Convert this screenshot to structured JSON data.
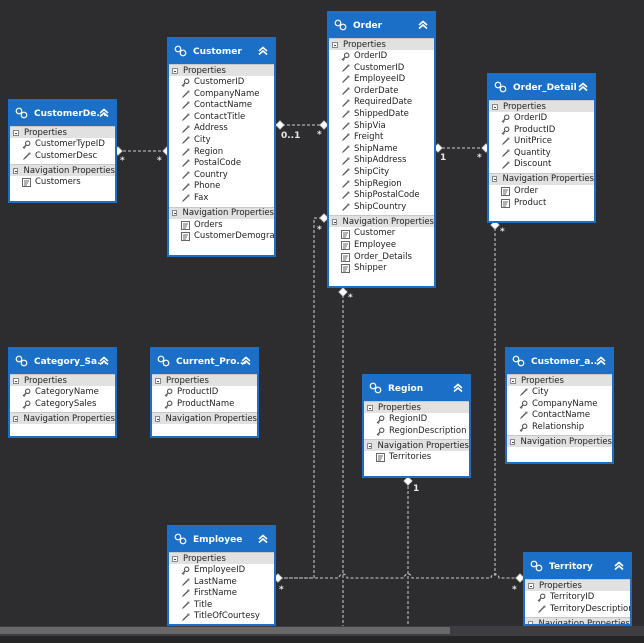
{
  "colors": {
    "background": "#2d2d30",
    "accent": "#1c6fc6",
    "section": "#e1e1e1",
    "connector": "#d0d0d0"
  },
  "section_labels": {
    "properties": "Properties",
    "navigation": "Navigation Properties"
  },
  "entities": [
    {
      "title": "CustomerDe...",
      "properties": [
        "CustomerTypeID",
        "CustomerDesc"
      ],
      "key_properties": [
        "CustomerTypeID"
      ],
      "navigation": [
        "Customers"
      ]
    },
    {
      "title": "Customer",
      "properties": [
        "CustomerID",
        "CompanyName",
        "ContactName",
        "ContactTitle",
        "Address",
        "City",
        "Region",
        "PostalCode",
        "Country",
        "Phone",
        "Fax"
      ],
      "key_properties": [
        "CustomerID"
      ],
      "navigation": [
        "Orders",
        "CustomerDemogra..."
      ]
    },
    {
      "title": "Order",
      "properties": [
        "OrderID",
        "CustomerID",
        "EmployeeID",
        "OrderDate",
        "RequiredDate",
        "ShippedDate",
        "ShipVia",
        "Freight",
        "ShipName",
        "ShipAddress",
        "ShipCity",
        "ShipRegion",
        "ShipPostalCode",
        "ShipCountry"
      ],
      "key_properties": [
        "OrderID"
      ],
      "navigation": [
        "Customer",
        "Employee",
        "Order_Details",
        "Shipper"
      ]
    },
    {
      "title": "Order_Detail",
      "properties": [
        "OrderID",
        "ProductID",
        "UnitPrice",
        "Quantity",
        "Discount"
      ],
      "key_properties": [
        "OrderID",
        "ProductID"
      ],
      "navigation": [
        "Order",
        "Product"
      ]
    },
    {
      "title": "Category_Sa...",
      "properties": [
        "CategoryName",
        "CategorySales"
      ],
      "key_properties": [
        "CategoryName",
        "CategorySales"
      ],
      "navigation": []
    },
    {
      "title": "Current_Pro...",
      "properties": [
        "ProductID",
        "ProductName"
      ],
      "key_properties": [
        "ProductID",
        "ProductName"
      ],
      "navigation": []
    },
    {
      "title": "Region",
      "properties": [
        "RegionID",
        "RegionDescription"
      ],
      "key_properties": [
        "RegionID",
        "RegionDescription"
      ],
      "navigation": [
        "Territories"
      ]
    },
    {
      "title": "Customer_a...",
      "properties": [
        "City",
        "CompanyName",
        "ContactName",
        "Relationship"
      ],
      "key_properties": [
        "CompanyName",
        "Relationship"
      ],
      "navigation": []
    },
    {
      "title": "Employee",
      "properties": [
        "EmployeeID",
        "LastName",
        "FirstName",
        "Title",
        "TitleOfCourtesy"
      ],
      "key_properties": [
        "EmployeeID"
      ],
      "navigation": []
    },
    {
      "title": "Territory",
      "properties": [
        "TerritoryID",
        "TerritoryDescription"
      ],
      "key_properties": [
        "TerritoryID"
      ],
      "navigation": []
    }
  ],
  "connector_labels": {
    "custdemo_left": "*",
    "custdemo_right": "*",
    "customer_order_one": "0..1",
    "customer_order_many": "*",
    "order_detail_one": "1",
    "order_detail_many": "*",
    "order_left_many": "*",
    "order_bottom_many": "*",
    "detail_bottom_many": "*",
    "region_one": "1",
    "employee_many": "*",
    "territory_many": "*"
  }
}
